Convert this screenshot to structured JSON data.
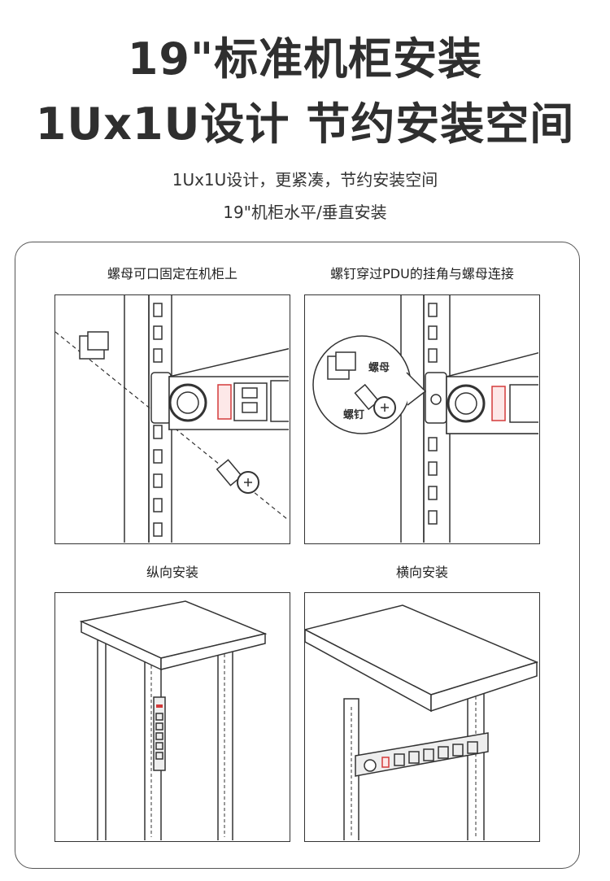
{
  "header": {
    "title_line1": "19\"标准机柜安装",
    "title_line2": "1Ux1U设计 节约安装空间"
  },
  "subtitle": {
    "line1": "1Ux1U设计，更紧凑，节约安装空间",
    "line2": "19\"机柜水平/垂直安装"
  },
  "panels": [
    {
      "label": "螺母可口固定在机柜上"
    },
    {
      "label": "螺钉穿过PDU的挂角与螺母连接",
      "callout_nut": "螺母",
      "callout_screw": "螺钉"
    },
    {
      "label": "纵向安装"
    },
    {
      "label": "横向安装"
    }
  ],
  "colors": {
    "accent": "#d33a3a",
    "line": "#333333"
  }
}
